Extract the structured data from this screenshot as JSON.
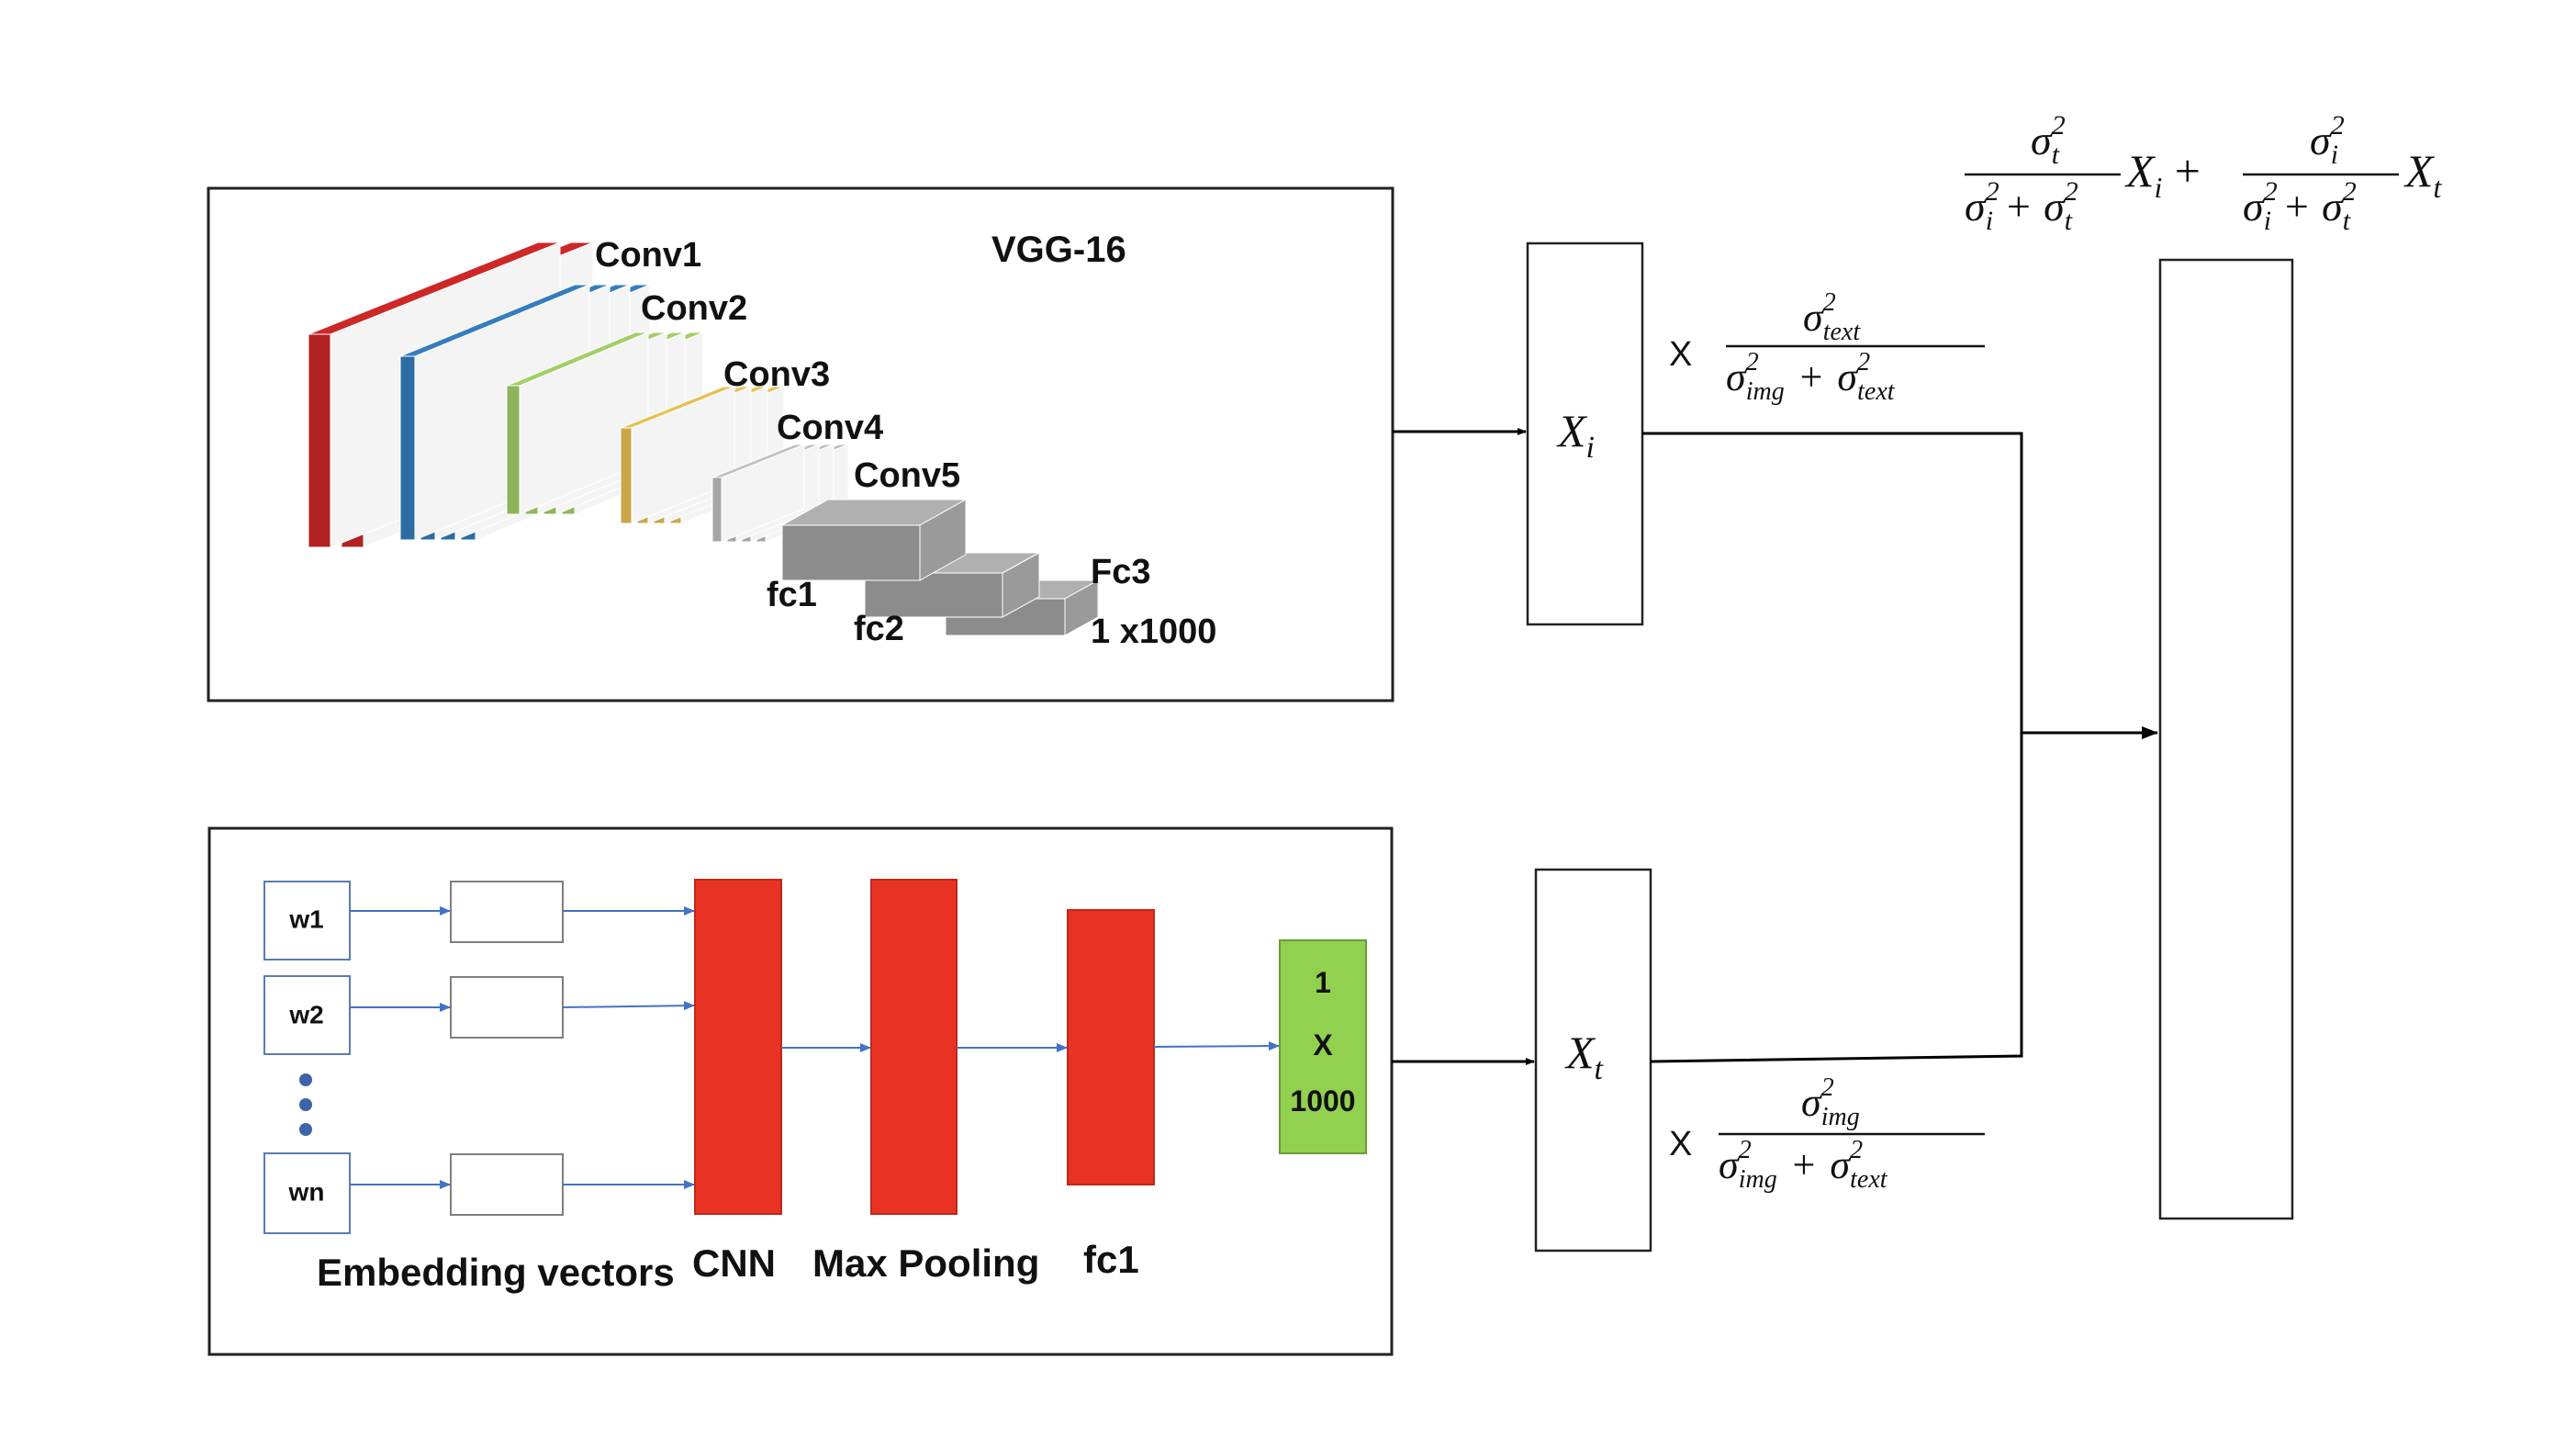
{
  "vgg": {
    "title": "VGG-16",
    "conv1": "Conv1",
    "conv2": "Conv2",
    "conv3": "Conv3",
    "conv4": "Conv4",
    "conv5": "Conv5",
    "fc1": "fc1",
    "fc2": "fc2",
    "fc3": "Fc3",
    "output": "1 x1000",
    "colors": {
      "conv1": "#b22222",
      "conv2": "#2e6da4",
      "conv3": "#8db45a",
      "conv4": "#c9a84a",
      "conv5": "#a6a6a6",
      "fc": "#8c8c8c"
    }
  },
  "text_cnn": {
    "words": [
      "w1",
      "w2",
      "wn"
    ],
    "labels": {
      "embedding": "Embedding vectors",
      "cnn": "CNN",
      "maxpool": "Max Pooling",
      "fc1": "fc1"
    },
    "output": {
      "line1": "1",
      "line2": "X",
      "line3": "1000"
    },
    "colors": {
      "layer": "#e83223",
      "output": "#92d050",
      "arrow": "#4472c4"
    }
  },
  "fusion": {
    "xi": {
      "base": "X",
      "sub": "i"
    },
    "xt": {
      "base": "X",
      "sub": "t"
    },
    "multiply": "X",
    "weight_image": {
      "num_sub": "text",
      "den_a_sub": "img",
      "den_b_sub": "text",
      "sigma": "σ",
      "power": "2",
      "plus": "+"
    },
    "weight_text": {
      "num_sub": "img",
      "den_a_sub": "img",
      "den_b_sub": "text",
      "sigma": "σ",
      "power": "2",
      "plus": "+"
    },
    "combined": {
      "t_sub": "t",
      "i_sub": "i",
      "sigma": "σ",
      "power": "2",
      "plus": "+",
      "x": "X"
    }
  }
}
